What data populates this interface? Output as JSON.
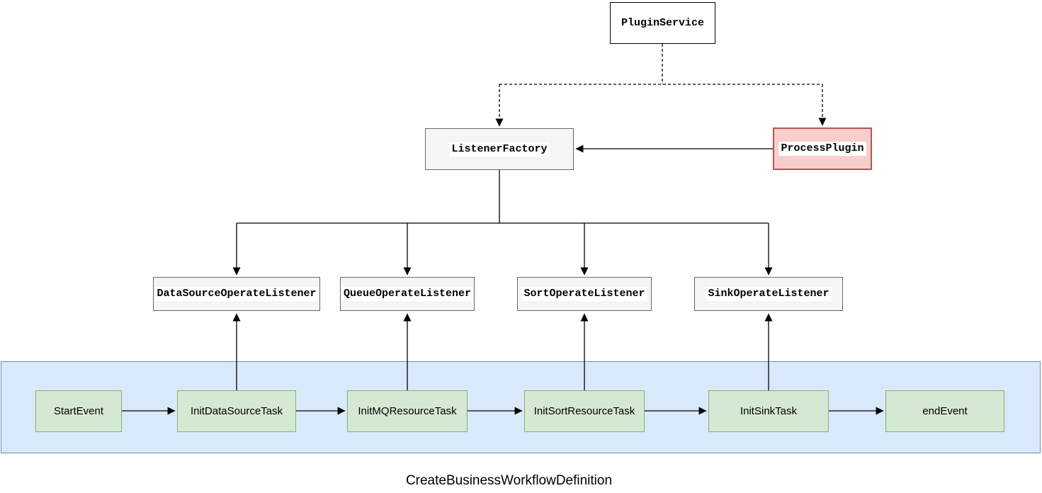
{
  "diagram": {
    "caption": "CreateBusinessWorkflowDefinition",
    "nodes": {
      "plugin_service": {
        "label": "PluginService"
      },
      "listener_factory": {
        "label": "ListenerFactory"
      },
      "process_plugin": {
        "label": "ProcessPlugin"
      },
      "listeners": [
        {
          "label": "DataSourceOperateListener"
        },
        {
          "label": "QueueOperateListener"
        },
        {
          "label": "SortOperateListener"
        },
        {
          "label": "SinkOperateListener"
        }
      ],
      "tasks": [
        {
          "label": "StartEvent"
        },
        {
          "label": "InitDataSourceTask"
        },
        {
          "label": "InitMQResourceTask"
        },
        {
          "label": "InitSortResourceTask"
        },
        {
          "label": "InitSinkTask"
        },
        {
          "label": "endEvent"
        }
      ]
    },
    "edges": [
      {
        "from": "PluginService",
        "to": "ListenerFactory",
        "style": "dashed-arrow"
      },
      {
        "from": "PluginService",
        "to": "ProcessPlugin",
        "style": "dashed-arrow"
      },
      {
        "from": "ProcessPlugin",
        "to": "ListenerFactory",
        "style": "solid-arrow"
      },
      {
        "from": "ListenerFactory",
        "to": "DataSourceOperateListener",
        "style": "solid-arrow"
      },
      {
        "from": "ListenerFactory",
        "to": "QueueOperateListener",
        "style": "solid-arrow"
      },
      {
        "from": "ListenerFactory",
        "to": "SortOperateListener",
        "style": "solid-arrow"
      },
      {
        "from": "ListenerFactory",
        "to": "SinkOperateListener",
        "style": "solid-arrow"
      },
      {
        "from": "InitDataSourceTask",
        "to": "DataSourceOperateListener",
        "style": "solid-arrow"
      },
      {
        "from": "InitMQResourceTask",
        "to": "QueueOperateListener",
        "style": "solid-arrow"
      },
      {
        "from": "InitSortResourceTask",
        "to": "SortOperateListener",
        "style": "solid-arrow"
      },
      {
        "from": "InitSinkTask",
        "to": "SinkOperateListener",
        "style": "solid-arrow"
      },
      {
        "from": "StartEvent",
        "to": "InitDataSourceTask",
        "style": "solid-arrow"
      },
      {
        "from": "InitDataSourceTask",
        "to": "InitMQResourceTask",
        "style": "solid-arrow"
      },
      {
        "from": "InitMQResourceTask",
        "to": "InitSortResourceTask",
        "style": "solid-arrow"
      },
      {
        "from": "InitSortResourceTask",
        "to": "InitSinkTask",
        "style": "solid-arrow"
      },
      {
        "from": "InitSinkTask",
        "to": "endEvent",
        "style": "solid-arrow"
      }
    ],
    "colors": {
      "green_fill": "#d5e8d4",
      "green_border": "#82b366",
      "blue_fill": "#dae8fc",
      "blue_border": "#6c8ebf",
      "pink_fill": "#f8cecc",
      "pink_border": "#b85450",
      "gray_fill": "#f5f5f5",
      "gray_border": "#666666",
      "line_color": "#000000"
    }
  }
}
